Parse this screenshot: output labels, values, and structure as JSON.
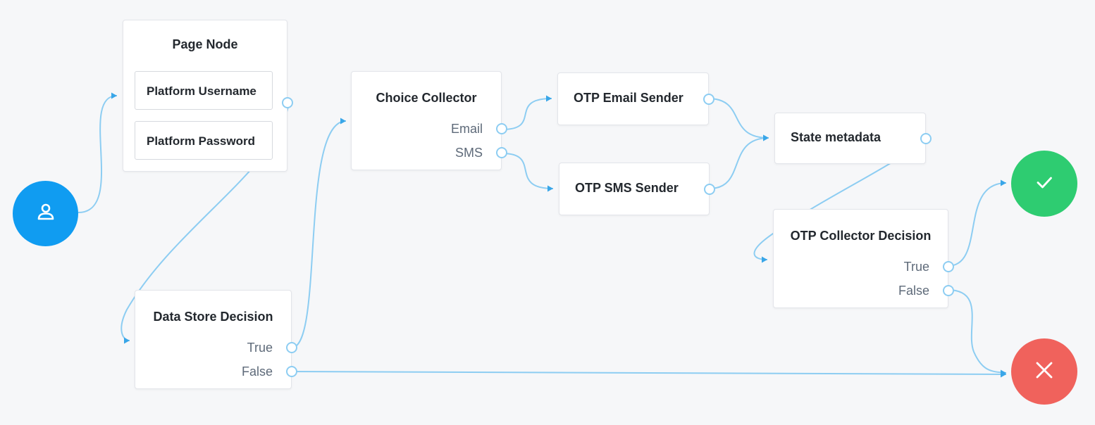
{
  "colors": {
    "start": "#109cf1",
    "success": "#2ecc71",
    "failure": "#f0625c",
    "connector": "#8dcdf2",
    "arrow": "#39a6e8"
  },
  "icons": {
    "start": "user-icon",
    "success": "check-icon",
    "failure": "close-icon"
  },
  "nodes": {
    "page_node": {
      "title": "Page Node",
      "children": [
        "Platform Username",
        "Platform Password"
      ]
    },
    "data_store_decision": {
      "title": "Data Store Decision",
      "outcomes": [
        "True",
        "False"
      ]
    },
    "choice_collector": {
      "title": "Choice Collector",
      "outcomes": [
        "Email",
        "SMS"
      ]
    },
    "otp_email_sender": {
      "title": "OTP Email Sender"
    },
    "otp_sms_sender": {
      "title": "OTP SMS Sender"
    },
    "state_metadata": {
      "title": "State metadata"
    },
    "otp_collector_decision": {
      "title": "OTP Collector Decision",
      "outcomes": [
        "True",
        "False"
      ]
    }
  },
  "connections": [
    {
      "from": "start",
      "to": "page_node"
    },
    {
      "from": "page_node",
      "to": "data_store_decision"
    },
    {
      "from": "data_store_decision.True",
      "to": "choice_collector"
    },
    {
      "from": "data_store_decision.False",
      "to": "failure"
    },
    {
      "from": "choice_collector.Email",
      "to": "otp_email_sender"
    },
    {
      "from": "choice_collector.SMS",
      "to": "otp_sms_sender"
    },
    {
      "from": "otp_email_sender",
      "to": "state_metadata"
    },
    {
      "from": "otp_sms_sender",
      "to": "state_metadata"
    },
    {
      "from": "state_metadata",
      "to": "otp_collector_decision"
    },
    {
      "from": "otp_collector_decision.True",
      "to": "success"
    },
    {
      "from": "otp_collector_decision.False",
      "to": "failure"
    }
  ]
}
